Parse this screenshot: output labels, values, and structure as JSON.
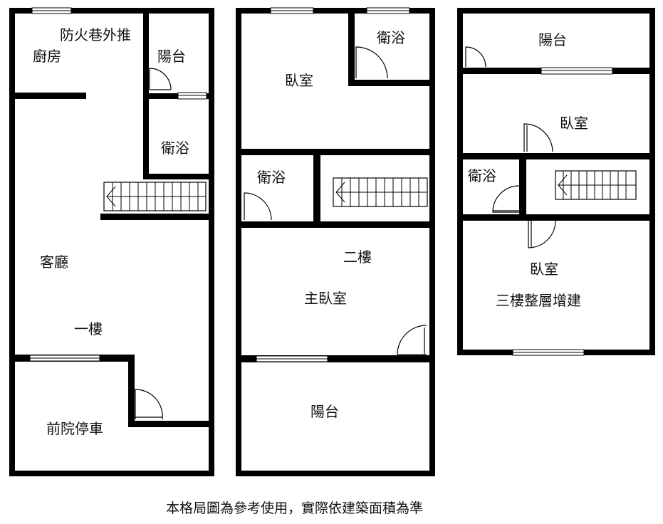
{
  "floor1": {
    "labels": {
      "fire_lane": "防火巷外推",
      "kitchen": "廚房",
      "balcony": "陽台",
      "bathroom": "衛浴",
      "living_room": "客廳",
      "floor_name": "一樓",
      "front_parking": "前院停車"
    }
  },
  "floor2": {
    "labels": {
      "bedroom": "臥室",
      "bathroom_top": "衛浴",
      "bathroom_mid": "衛浴",
      "floor_name": "二樓",
      "master_bedroom": "主臥室",
      "balcony": "陽台"
    }
  },
  "floor3": {
    "labels": {
      "balcony": "陽台",
      "bedroom_top": "臥室",
      "bathroom": "衛浴",
      "bedroom_bottom": "臥室",
      "extension": "三樓整層增建"
    }
  },
  "footer": {
    "note": "本格局圖為參考使用，實際依建築面積為準"
  }
}
